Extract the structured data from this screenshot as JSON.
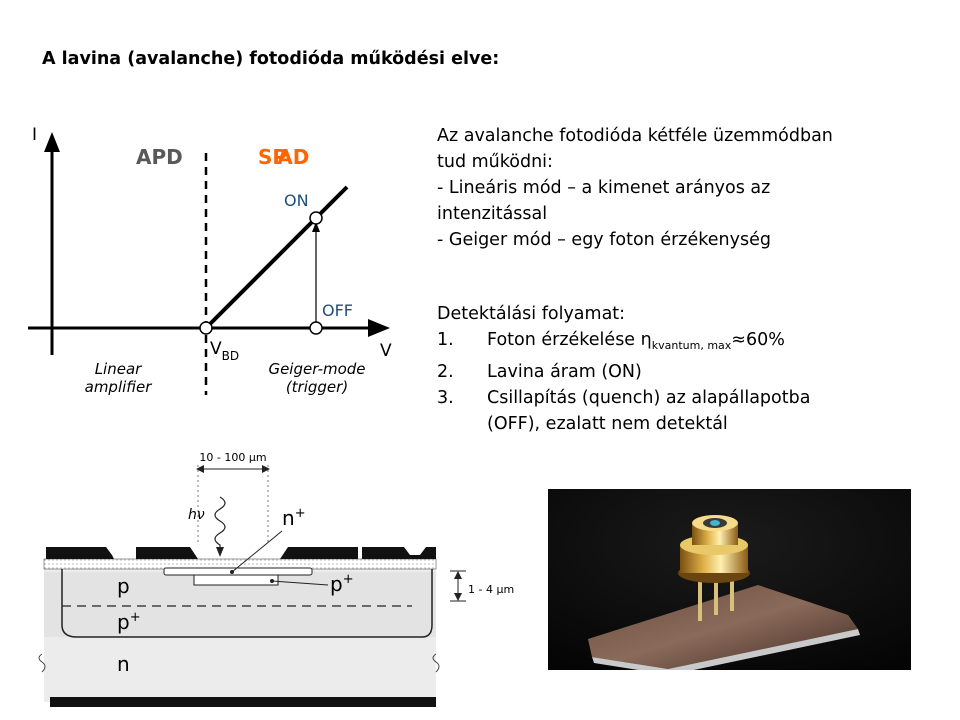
{
  "title": "A lavina (avalanche) fotodióda működési elve:",
  "iv_diagram": {
    "y_axis_label": "I",
    "x_axis_label": "V",
    "region_left_label": "APD",
    "region_right_label_part1": "SP",
    "region_right_label_part2": "AD",
    "on_label": "ON",
    "off_label": "OFF",
    "vbd_main": "V",
    "vbd_sub": "BD",
    "left_caption_line1": "Linear",
    "left_caption_line2": "amplifier",
    "right_caption_line1": "Geiger-mode",
    "right_caption_line2": "(trigger)",
    "colors": {
      "apd_label": "#595959",
      "spad_label": "#ff6600",
      "on_off_text": "#1f4e79"
    }
  },
  "intro": {
    "line1": "Az avalanche fotodióda kétféle üzemmódban",
    "line2": "tud működni:",
    "mode1_line1": "- Lineáris mód – a kimenet arányos az",
    "mode1_line2": "intenzitással",
    "mode2": "- Geiger mód – egy foton érzékenység"
  },
  "detection": {
    "heading": "Detektálási folyamat:",
    "items": [
      {
        "num": "1.",
        "text_main": "Foton érzékelése η",
        "text_sub": "kvantum, max",
        "text_tail": "≈60%"
      },
      {
        "num": "2.",
        "text": "Lavina áram (ON)"
      },
      {
        "num": "3.",
        "line1": "Csillapítás (quench) az alapállapotba",
        "line2": "(OFF), ezalatt nem detektál"
      }
    ]
  },
  "cross_section": {
    "width_label": "10 - 100 µm",
    "photon_label": "hν",
    "n_plus": "n",
    "plus": "+",
    "p_label": "p",
    "p_plus_base": "p",
    "p_plus_inner_base": "p",
    "n_label": "n",
    "depth_label": "1 - 4 µm"
  },
  "photo": {
    "icon": "apd-component-photo"
  }
}
